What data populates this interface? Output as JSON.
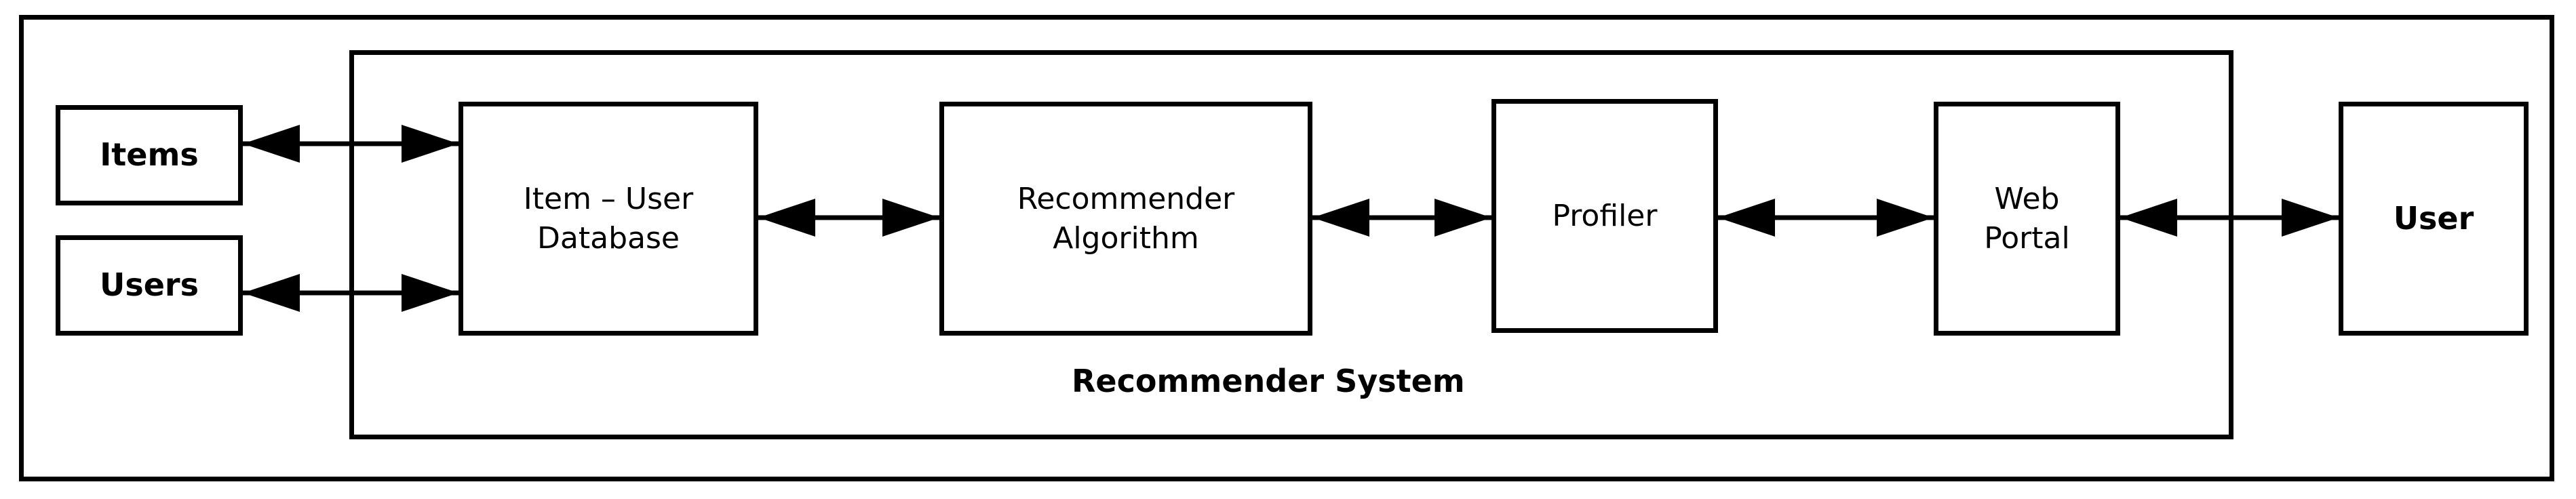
{
  "nodes": {
    "items": {
      "label": "Items"
    },
    "users": {
      "label": "Users"
    },
    "database": {
      "label": "Item – User\nDatabase"
    },
    "algorithm": {
      "label": "Recommender\nAlgorithm"
    },
    "profiler": {
      "label": "Profiler"
    },
    "web_portal": {
      "label": "Web\nPortal"
    },
    "user": {
      "label": "User"
    }
  },
  "system": {
    "label": "Recommender System"
  },
  "edges": [
    {
      "from": "items",
      "to": "database",
      "direction": "bidirectional"
    },
    {
      "from": "users",
      "to": "database",
      "direction": "bidirectional"
    },
    {
      "from": "database",
      "to": "algorithm",
      "direction": "bidirectional"
    },
    {
      "from": "algorithm",
      "to": "profiler",
      "direction": "bidirectional"
    },
    {
      "from": "profiler",
      "to": "web_portal",
      "direction": "bidirectional"
    },
    {
      "from": "web_portal",
      "to": "user",
      "direction": "bidirectional"
    }
  ],
  "colors": {
    "stroke": "#000000",
    "background": "#ffffff"
  }
}
